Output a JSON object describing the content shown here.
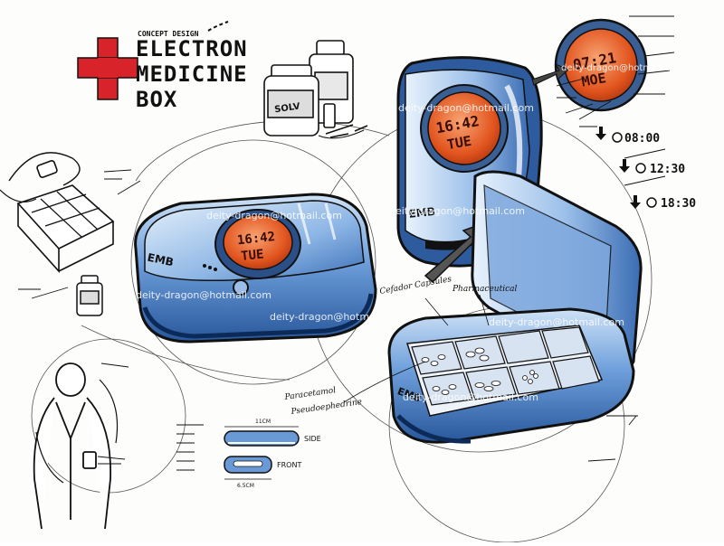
{
  "title": {
    "concept_label": "CONCEPT DESIGN",
    "line1": "ELECTRON",
    "line2": "MEDICINE",
    "line3": "BOX"
  },
  "watermark": "deity-dragon@hotmail.com",
  "device": {
    "brand": "EMB",
    "display_time_main": "16:42",
    "display_day_main": "TUE",
    "display_time_detail": "07:21",
    "display_day_detail": "MOE"
  },
  "schedule": {
    "times": [
      "08:00",
      "12:30",
      "18:30"
    ]
  },
  "labels": {
    "cefador_capsules": "Cefador Capsules",
    "pharmaceutical": "Pharmaceutical",
    "paracetamol": "Paracetamol",
    "pseudoephedrine": "Pseudoephedrine",
    "bottle": "SOLV"
  },
  "dimensions": {
    "width": "11CM",
    "depth": "6.5CM",
    "side": "SIDE",
    "front": "FRONT"
  },
  "colors": {
    "red_cross": "#d8232a",
    "body_blue": "#5a8fd0",
    "screen_orange": "#e9622b",
    "ink": "#141414"
  }
}
